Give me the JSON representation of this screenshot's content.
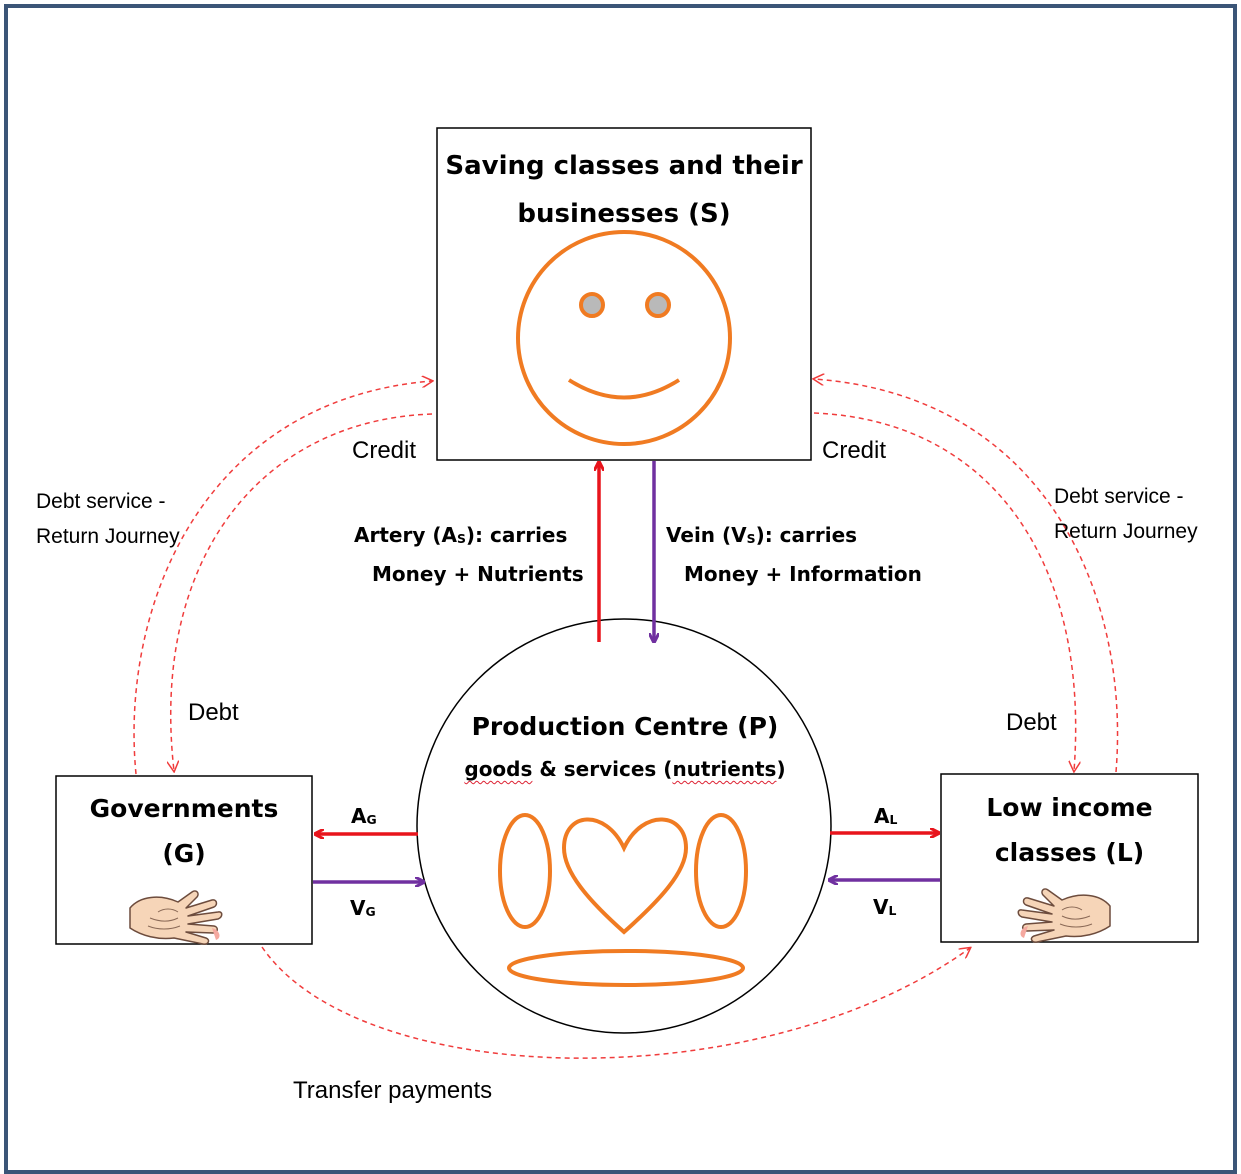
{
  "nodes": {
    "saving": {
      "line1": "Saving classes and their",
      "line2": "businesses (S)"
    },
    "production": {
      "title": "Production Centre (P)",
      "word1": "goods",
      "amp": " & services (",
      "word2": "nutrients",
      "close": ")"
    },
    "governments": {
      "line1": "Governments",
      "line2": "(G)"
    },
    "low_income": {
      "line1": "Low income",
      "line2": "classes (L)"
    }
  },
  "flows": {
    "artery_s": {
      "prefix": "Artery (A",
      "sub": "S",
      "suffix": "): carries",
      "line2": "Money + Nutrients"
    },
    "vein_s": {
      "prefix": "Vein (V",
      "sub": "S",
      "suffix": "): carries",
      "line2": "Money + Information"
    },
    "a_g": {
      "main": "A",
      "sub": "G"
    },
    "v_g": {
      "main": "V",
      "sub": "G"
    },
    "a_l": {
      "main": "A",
      "sub": "L"
    },
    "v_l": {
      "main": "V",
      "sub": "L"
    }
  },
  "dashed_labels": {
    "credit_left": "Credit",
    "credit_right": "Credit",
    "debt_service_left_1": "Debt service -",
    "debt_service_left_2": "Return Journey",
    "debt_service_right_1": "Debt service -",
    "debt_service_right_2": "Return Journey",
    "debt_left": "Debt",
    "debt_right": "Debt",
    "transfer": "Transfer payments"
  },
  "icons": {
    "face": "smiley-face-icon",
    "organs": "organs-icon",
    "hand": "open-hand-icon"
  },
  "colors": {
    "frame": "#3b5577",
    "artery": "#e8141c",
    "vein": "#7030a0",
    "icon_orange": "#f07b22",
    "eye_fill": "#b9b9b9",
    "dashed": "#f03c3c",
    "skin": "#f6d5b8"
  }
}
